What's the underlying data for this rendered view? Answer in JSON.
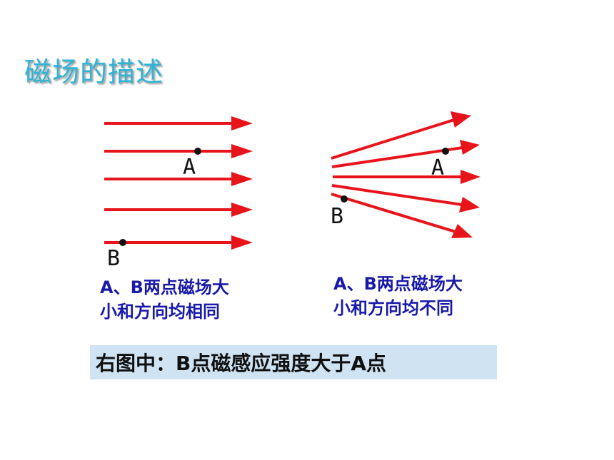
{
  "title": "磁场的描述",
  "left_figure": {
    "point_a_label": "A",
    "point_b_label": "B",
    "caption_line1": "A、B两点磁场大",
    "caption_line2": "小和方向均相同"
  },
  "right_figure": {
    "point_a_label": "A",
    "point_b_label": "B",
    "caption_line1": "A、B两点磁场大",
    "caption_line2": "小和方向均不同"
  },
  "conclusion": "右图中：B点磁感应强度大于A点",
  "colors": {
    "field_line": "#e8141b",
    "title": "#2fb3d6",
    "caption": "#1a1aa8",
    "conclusion_bg": "#cfe3f3"
  }
}
